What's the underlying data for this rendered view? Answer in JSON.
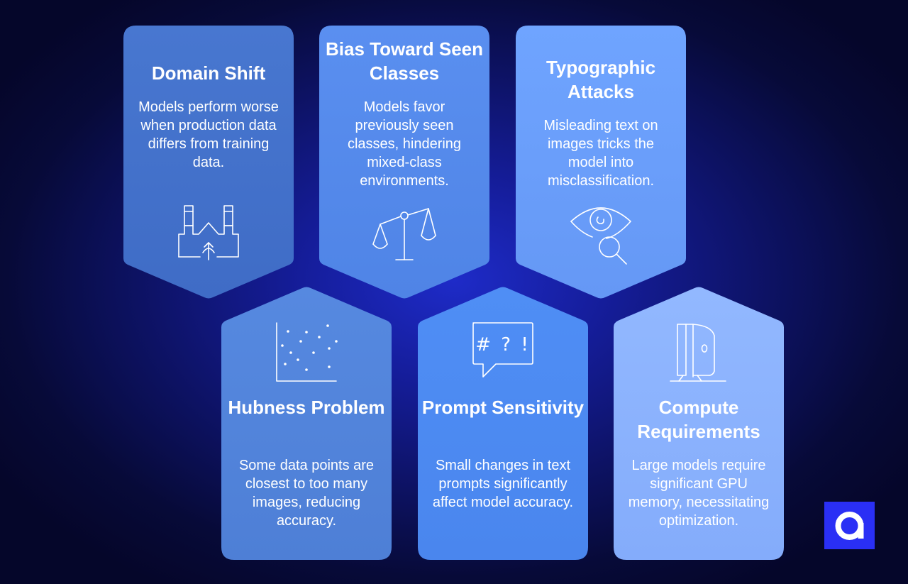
{
  "cards": [
    {
      "id": "domain-shift",
      "title": "Domain Shift",
      "description": "Models perform worse when production data differs from training data.",
      "icon": "factory-icon",
      "color": "#4a7fd4"
    },
    {
      "id": "bias",
      "title": "Bias Toward Seen Classes",
      "description": "Models favor previously seen classes, hindering mixed-class environments.",
      "icon": "balance-scale-icon",
      "color": "#5a8ff0"
    },
    {
      "id": "typographic",
      "title": "Typographic Attacks",
      "description": "Misleading text on images tricks the model into misclassification.",
      "icon": "eye-magnifier-icon",
      "color": "#6fa4ff"
    },
    {
      "id": "hubness",
      "title": "Hubness Problem",
      "description": "Some data points are closest to too many images, reducing accuracy.",
      "icon": "scatter-plot-icon",
      "color": "#5385dc"
    },
    {
      "id": "prompt",
      "title": "Prompt Sensitivity",
      "description": "Small changes in text prompts significantly affect model accuracy.",
      "icon": "speech-bubble-symbols-icon",
      "icon_text": "# ? !",
      "color": "#4f8ef5"
    },
    {
      "id": "compute",
      "title": "Compute Requirements",
      "description": "Large models require significant GPU memory, necessitating optimization.",
      "icon": "gpu-server-icon",
      "color": "#8fb6ff"
    }
  ],
  "logo": {
    "icon": "brand-a-logo",
    "color": "#2a2ff5"
  }
}
